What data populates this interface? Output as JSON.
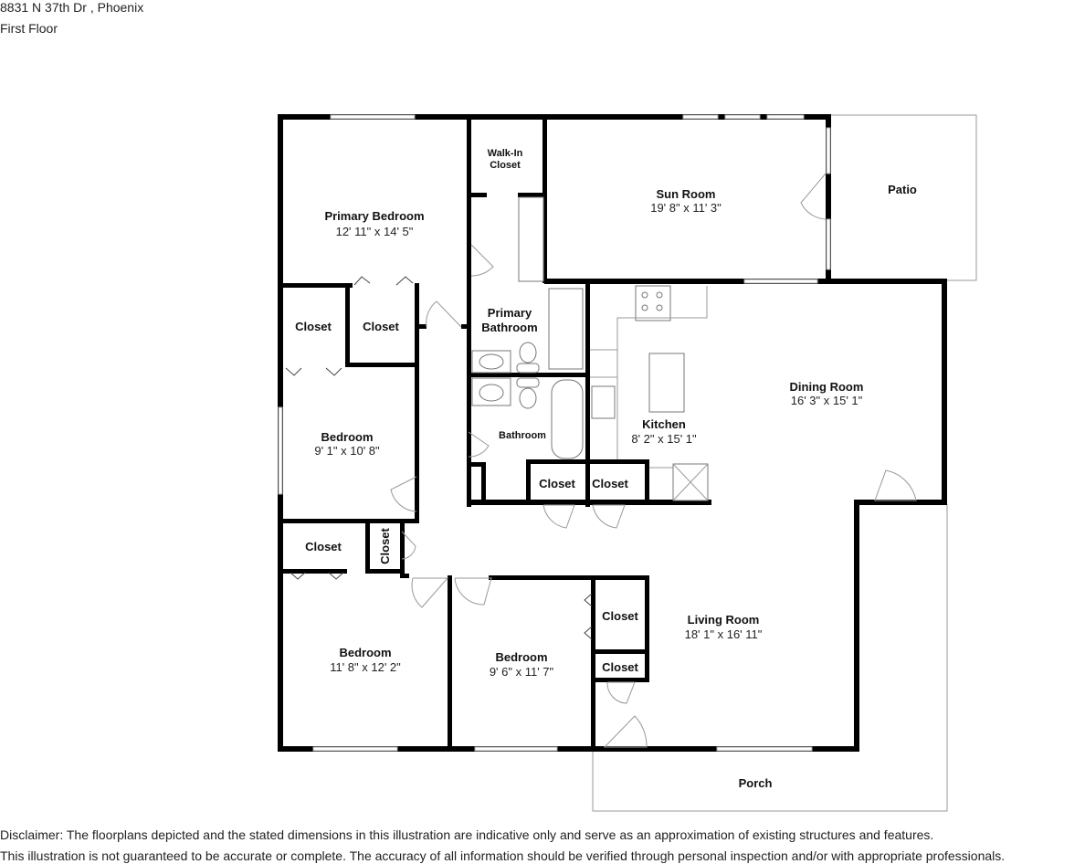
{
  "header": {
    "address": "8831 N 37th Dr , Phoenix",
    "floor": "First Floor"
  },
  "rooms": {
    "primary_bedroom": {
      "name": "Primary Bedroom",
      "dims": "12' 11\" x 14' 5\""
    },
    "walk_in_closet": {
      "name_line1": "Walk-In",
      "name_line2": "Closet"
    },
    "sun_room": {
      "name": "Sun Room",
      "dims": "19' 8\" x 11' 3\""
    },
    "patio": {
      "name": "Patio"
    },
    "closet_a": {
      "name": "Closet"
    },
    "closet_b": {
      "name": "Closet"
    },
    "primary_bathroom": {
      "name_line1": "Primary",
      "name_line2": "Bathroom"
    },
    "bedroom_1": {
      "name": "Bedroom",
      "dims": "9' 1\" x 10' 8\""
    },
    "bathroom": {
      "name": "Bathroom"
    },
    "kitchen": {
      "name": "Kitchen",
      "dims": "8' 2\" x 15' 1\""
    },
    "dining_room": {
      "name": "Dining Room",
      "dims": "16' 3\" x 15' 1\""
    },
    "closet_c": {
      "name": "Closet"
    },
    "closet_d": {
      "name": "Closet"
    },
    "closet_e": {
      "name": "Closet"
    },
    "closet_f": {
      "name": "Closet"
    },
    "bedroom_2": {
      "name": "Bedroom",
      "dims": "11' 8\" x 12' 2\""
    },
    "bedroom_3": {
      "name": "Bedroom",
      "dims": "9' 6\" x 11' 7\""
    },
    "closet_g": {
      "name": "Closet"
    },
    "closet_h": {
      "name": "Closet"
    },
    "living_room": {
      "name": "Living Room",
      "dims": "18' 1\" x 16' 11\""
    },
    "porch": {
      "name": "Porch"
    }
  },
  "disclaimer": {
    "line1": "Disclaimer: The floorplans depicted and the stated dimensions in this illustration are indicative only and serve as an approximation of existing structures and features.",
    "line2": "This illustration is not guaranteed to be accurate or complete. The accuracy of all information should be verified through personal inspection and/or with appropriate professionals."
  }
}
